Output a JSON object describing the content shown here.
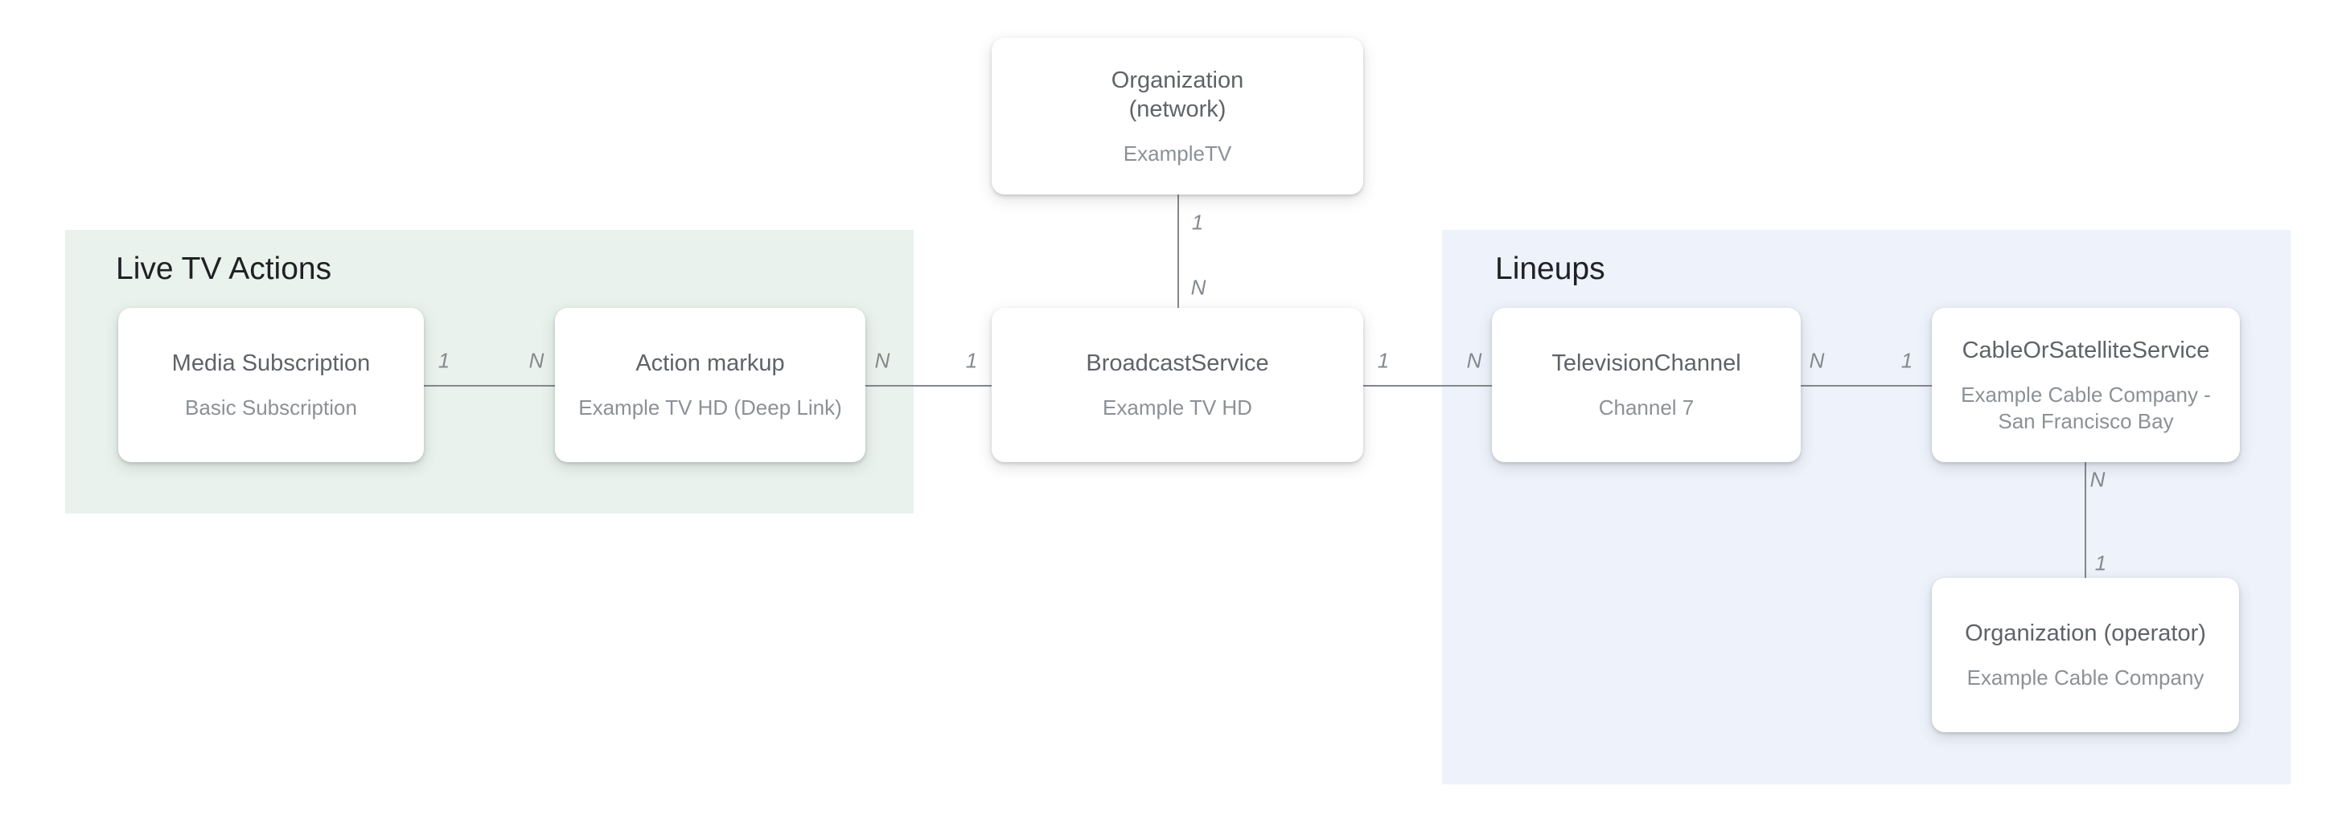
{
  "diagram": {
    "sections": {
      "live_tv_actions": {
        "title": "Live TV Actions"
      },
      "lineups": {
        "title": "Lineups"
      }
    },
    "nodes": {
      "org_network": {
        "title_lines": [
          "Organization",
          "(network)"
        ],
        "subtitle_lines": [
          "ExampleTV"
        ]
      },
      "media_subscription": {
        "title_lines": [
          "Media Subscription"
        ],
        "subtitle_lines": [
          "Basic Subscription"
        ]
      },
      "action_markup": {
        "title_lines": [
          "Action markup"
        ],
        "subtitle_lines": [
          "Example TV HD (Deep Link)"
        ]
      },
      "broadcast_service": {
        "title_lines": [
          "BroadcastService"
        ],
        "subtitle_lines": [
          "Example TV HD"
        ]
      },
      "television_channel": {
        "title_lines": [
          "TelevisionChannel"
        ],
        "subtitle_lines": [
          "Channel 7"
        ]
      },
      "cable_or_satellite_service": {
        "title_lines": [
          "CableOrSatelliteService"
        ],
        "subtitle_lines": [
          "Example Cable Company -",
          "San Francisco Bay"
        ]
      },
      "org_operator": {
        "title_lines": [
          "Organization (operator)"
        ],
        "subtitle_lines": [
          "Example Cable Company"
        ]
      }
    },
    "edges": {
      "network_to_broadcast": {
        "start_label": "1",
        "end_label": "N"
      },
      "media_to_action": {
        "start_label": "1",
        "end_label": "N"
      },
      "action_to_broadcast": {
        "start_label": "N",
        "end_label": "1"
      },
      "broadcast_to_channel": {
        "start_label": "1",
        "end_label": "N"
      },
      "channel_to_cable": {
        "start_label": "N",
        "end_label": "1"
      },
      "cable_to_operator": {
        "start_label": "N",
        "end_label": "1"
      }
    },
    "colors": {
      "live_tv_actions_bg": "#E9F2EC",
      "lineups_bg": "#EDF2FB",
      "card_bg": "#FFFFFF",
      "card_title": "#5F6368",
      "card_subtitle": "#8C9196",
      "section_title": "#202124",
      "connector_line": "#84888C",
      "cardinality_label": "#85898D"
    }
  }
}
